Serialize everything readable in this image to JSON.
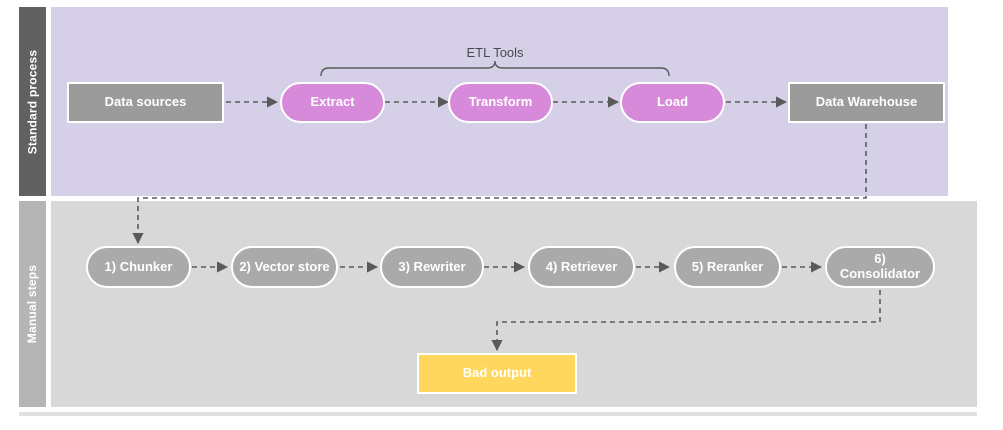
{
  "diagram": {
    "title": "ETL and manual RAG pipeline swimlane diagram",
    "colors": {
      "lane_top_bg": "#d6cfe8",
      "lane_bottom_bg": "#d8d8d8",
      "lane_top_header_bg": "#616161",
      "lane_bottom_header_bg": "#b5b5b5",
      "node_gray": "#9b9b9b",
      "node_gray_light": "#aaaaaa",
      "node_pink": "#d78ad9",
      "node_yellow": "#ffd75e",
      "connector": "#5a5a5a",
      "text_light": "#ffffff",
      "text_dark": "#4a4a4a",
      "bottom_rule": "#e0e0e0"
    },
    "lanes": [
      {
        "id": "standard-process",
        "label": "Standard process"
      },
      {
        "id": "manual-steps",
        "label": "Manual steps"
      }
    ],
    "annotations": [
      {
        "id": "etl-tools",
        "label": "ETL Tools"
      }
    ],
    "top_nodes": [
      {
        "id": "data-sources",
        "label": "Data sources",
        "shape": "rect",
        "color": "gray"
      },
      {
        "id": "extract",
        "label": "Extract",
        "shape": "pill",
        "color": "pink"
      },
      {
        "id": "transform",
        "label": "Transform",
        "shape": "pill",
        "color": "pink"
      },
      {
        "id": "load",
        "label": "Load",
        "shape": "pill",
        "color": "pink"
      },
      {
        "id": "data-warehouse",
        "label": "Data Warehouse",
        "shape": "rect",
        "color": "gray"
      }
    ],
    "bottom_nodes": [
      {
        "id": "chunker",
        "label": "1) Chunker",
        "shape": "pill",
        "color": "graylight"
      },
      {
        "id": "vector-store",
        "label": "2) Vector store",
        "shape": "pill",
        "color": "graylight"
      },
      {
        "id": "rewriter",
        "label": "3) Rewriter",
        "shape": "pill",
        "color": "graylight"
      },
      {
        "id": "retriever",
        "label": "4) Retriever",
        "shape": "pill",
        "color": "graylight"
      },
      {
        "id": "reranker",
        "label": "5) Reranker",
        "shape": "pill",
        "color": "graylight"
      },
      {
        "id": "consolidator",
        "label": "6) Consolidator",
        "shape": "pill",
        "color": "graylight"
      }
    ],
    "output_nodes": [
      {
        "id": "bad-output",
        "label": "Bad output",
        "shape": "rect",
        "color": "yellow"
      }
    ],
    "flow_edges": [
      {
        "from": "data-sources",
        "to": "extract",
        "style": "dashed-arrow"
      },
      {
        "from": "extract",
        "to": "transform",
        "style": "dashed-arrow"
      },
      {
        "from": "transform",
        "to": "load",
        "style": "dashed-arrow"
      },
      {
        "from": "load",
        "to": "data-warehouse",
        "style": "dashed-arrow"
      },
      {
        "from": "data-warehouse",
        "to": "chunker",
        "style": "dashed-arrow-elbow"
      },
      {
        "from": "chunker",
        "to": "vector-store",
        "style": "dashed-arrow"
      },
      {
        "from": "vector-store",
        "to": "rewriter",
        "style": "dashed-arrow"
      },
      {
        "from": "rewriter",
        "to": "retriever",
        "style": "dashed-arrow"
      },
      {
        "from": "retriever",
        "to": "reranker",
        "style": "dashed-arrow"
      },
      {
        "from": "reranker",
        "to": "consolidator",
        "style": "dashed-arrow"
      },
      {
        "from": "consolidator",
        "to": "bad-output",
        "style": "dashed-arrow-elbow"
      }
    ]
  }
}
